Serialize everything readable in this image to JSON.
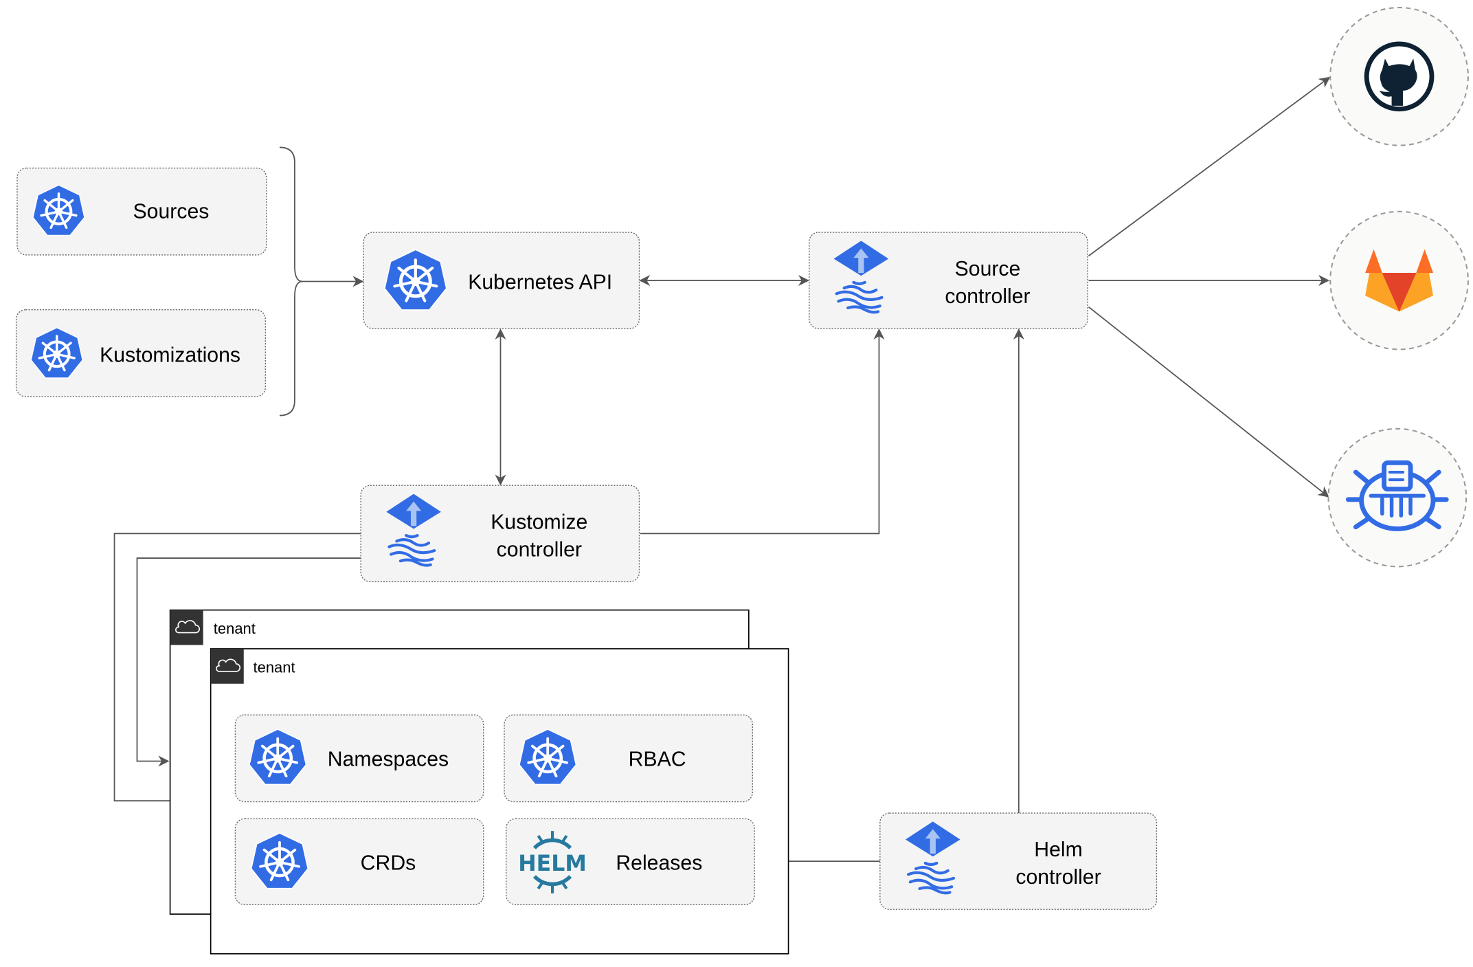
{
  "nodes": {
    "sources": "Sources",
    "kustomizations": "Kustomizations",
    "kubernetes_api": "Kubernetes API",
    "source_controller": [
      "Source",
      "controller"
    ],
    "kustomize_controller": [
      "Kustomize",
      "controller"
    ],
    "helm_controller": [
      "Helm",
      "controller"
    ],
    "namespaces": "Namespaces",
    "rbac": "RBAC",
    "crds": "CRDs",
    "releases": "Releases"
  },
  "tenants": [
    "tenant",
    "tenant"
  ],
  "helm_logo_text": "HELM",
  "external_sources": [
    "github-icon",
    "gitlab-icon",
    "bucket-icon"
  ],
  "colors": {
    "kubernetes_blue": "#326ce5",
    "github_dark": "#0f2233",
    "gitlab_orange": "#e24329",
    "gitlab_light": "#fca326",
    "helm_blue": "#277a9f",
    "tenant_header": "#333333"
  }
}
